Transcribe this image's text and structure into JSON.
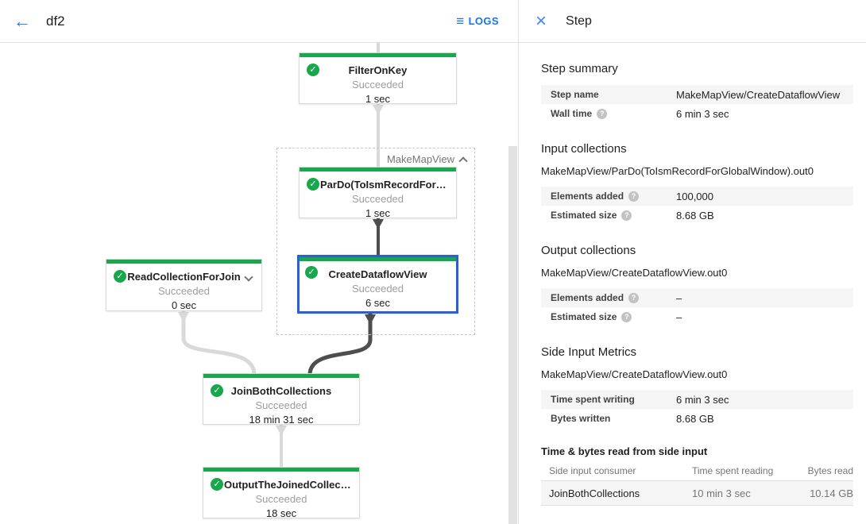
{
  "colors": {
    "accent_blue": "#1a73e8",
    "selection_blue": "#2b5fd6",
    "success_green": "#18a84b",
    "edge_light": "#d9d9d9",
    "edge_dark": "#4e4e4e"
  },
  "header": {
    "back_icon": "←",
    "title": "df2",
    "logs_icon": "≡",
    "logs_label": "LOGS"
  },
  "graph": {
    "group_label": "MakeMapView",
    "nodes": [
      {
        "title": "FilterOnKey",
        "status": "Succeeded",
        "time": "1 sec"
      },
      {
        "title": "ParDo(ToIsmRecordFor…",
        "status": "Succeeded",
        "time": "1 sec"
      },
      {
        "title": "ReadCollectionForJoin",
        "status": "Succeeded",
        "time": "0 sec"
      },
      {
        "title": "CreateDataflowView",
        "status": "Succeeded",
        "time": "6 sec"
      },
      {
        "title": "JoinBothCollections",
        "status": "Succeeded",
        "time": "18 min 31 sec"
      },
      {
        "title": "OutputTheJoinedCollec…",
        "status": "Succeeded",
        "time": "18 sec"
      }
    ],
    "check_icon": "✓"
  },
  "panel": {
    "close_icon": "×",
    "title": "Step",
    "help_icon": "?",
    "step_summary": {
      "heading": "Step summary",
      "rows": [
        {
          "label": "Step name",
          "value": "MakeMapView/CreateDataflowView"
        },
        {
          "label": "Wall time",
          "value": "6 min 3 sec"
        }
      ]
    },
    "input_collections": {
      "heading": "Input collections",
      "collection": "MakeMapView/ParDo(ToIsmRecordForGlobalWindow).out0",
      "rows": [
        {
          "label": "Elements added",
          "value": "100,000"
        },
        {
          "label": "Estimated size",
          "value": "8.68 GB"
        }
      ]
    },
    "output_collections": {
      "heading": "Output collections",
      "collection": "MakeMapView/CreateDataflowView.out0",
      "rows": [
        {
          "label": "Elements added",
          "value": "–"
        },
        {
          "label": "Estimated size",
          "value": "–"
        }
      ]
    },
    "side_input_metrics": {
      "heading": "Side Input Metrics",
      "collection": "MakeMapView/CreateDataflowView.out0",
      "rows": [
        {
          "label": "Time spent writing",
          "value": "6 min 3 sec"
        },
        {
          "label": "Bytes written",
          "value": "8.68 GB"
        }
      ]
    },
    "side_input_table": {
      "heading": "Time & bytes read from side input",
      "columns": [
        "Side input consumer",
        "Time spent reading",
        "Bytes read"
      ],
      "rows": [
        [
          "JoinBothCollections",
          "10 min 3 sec",
          "10.14 GB"
        ]
      ]
    }
  }
}
